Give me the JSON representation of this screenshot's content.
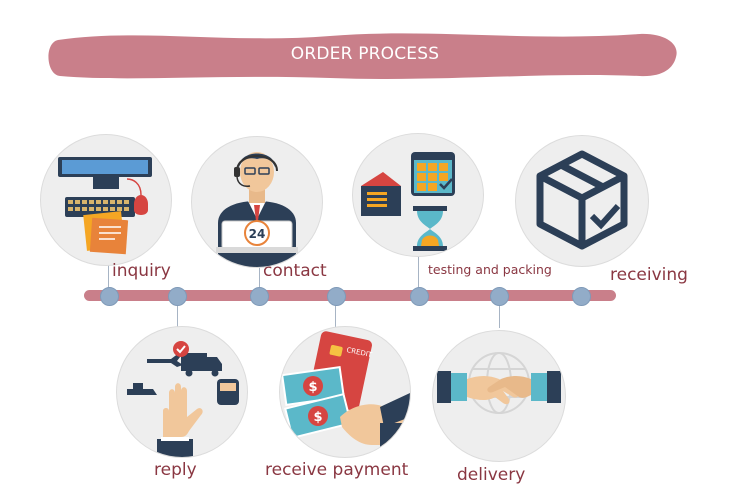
{
  "title": "ORDER PROCESS",
  "colors": {
    "banner": "#c97f8a",
    "timeline": "#c97f8a",
    "node": "#92acc8",
    "label": "#8a3742",
    "circle_bg": "#eeeeee"
  },
  "steps_top": [
    {
      "label": "inquiry",
      "icon": "computer-keyboard-icon"
    },
    {
      "label": "contact",
      "icon": "customer-service-agent-icon"
    },
    {
      "label": "testing and packing",
      "icon": "calendar-hourglass-icon"
    },
    {
      "label": "receiving",
      "icon": "box-check-icon"
    }
  ],
  "steps_bottom": [
    {
      "label": "reply",
      "icon": "logistics-hand-icon"
    },
    {
      "label": "receive payment",
      "icon": "credit-card-cash-icon"
    },
    {
      "label": "delivery",
      "icon": "handshake-icon"
    }
  ],
  "icon_text": {
    "hotline": "24",
    "card": "CREDIT",
    "currency": "$"
  }
}
